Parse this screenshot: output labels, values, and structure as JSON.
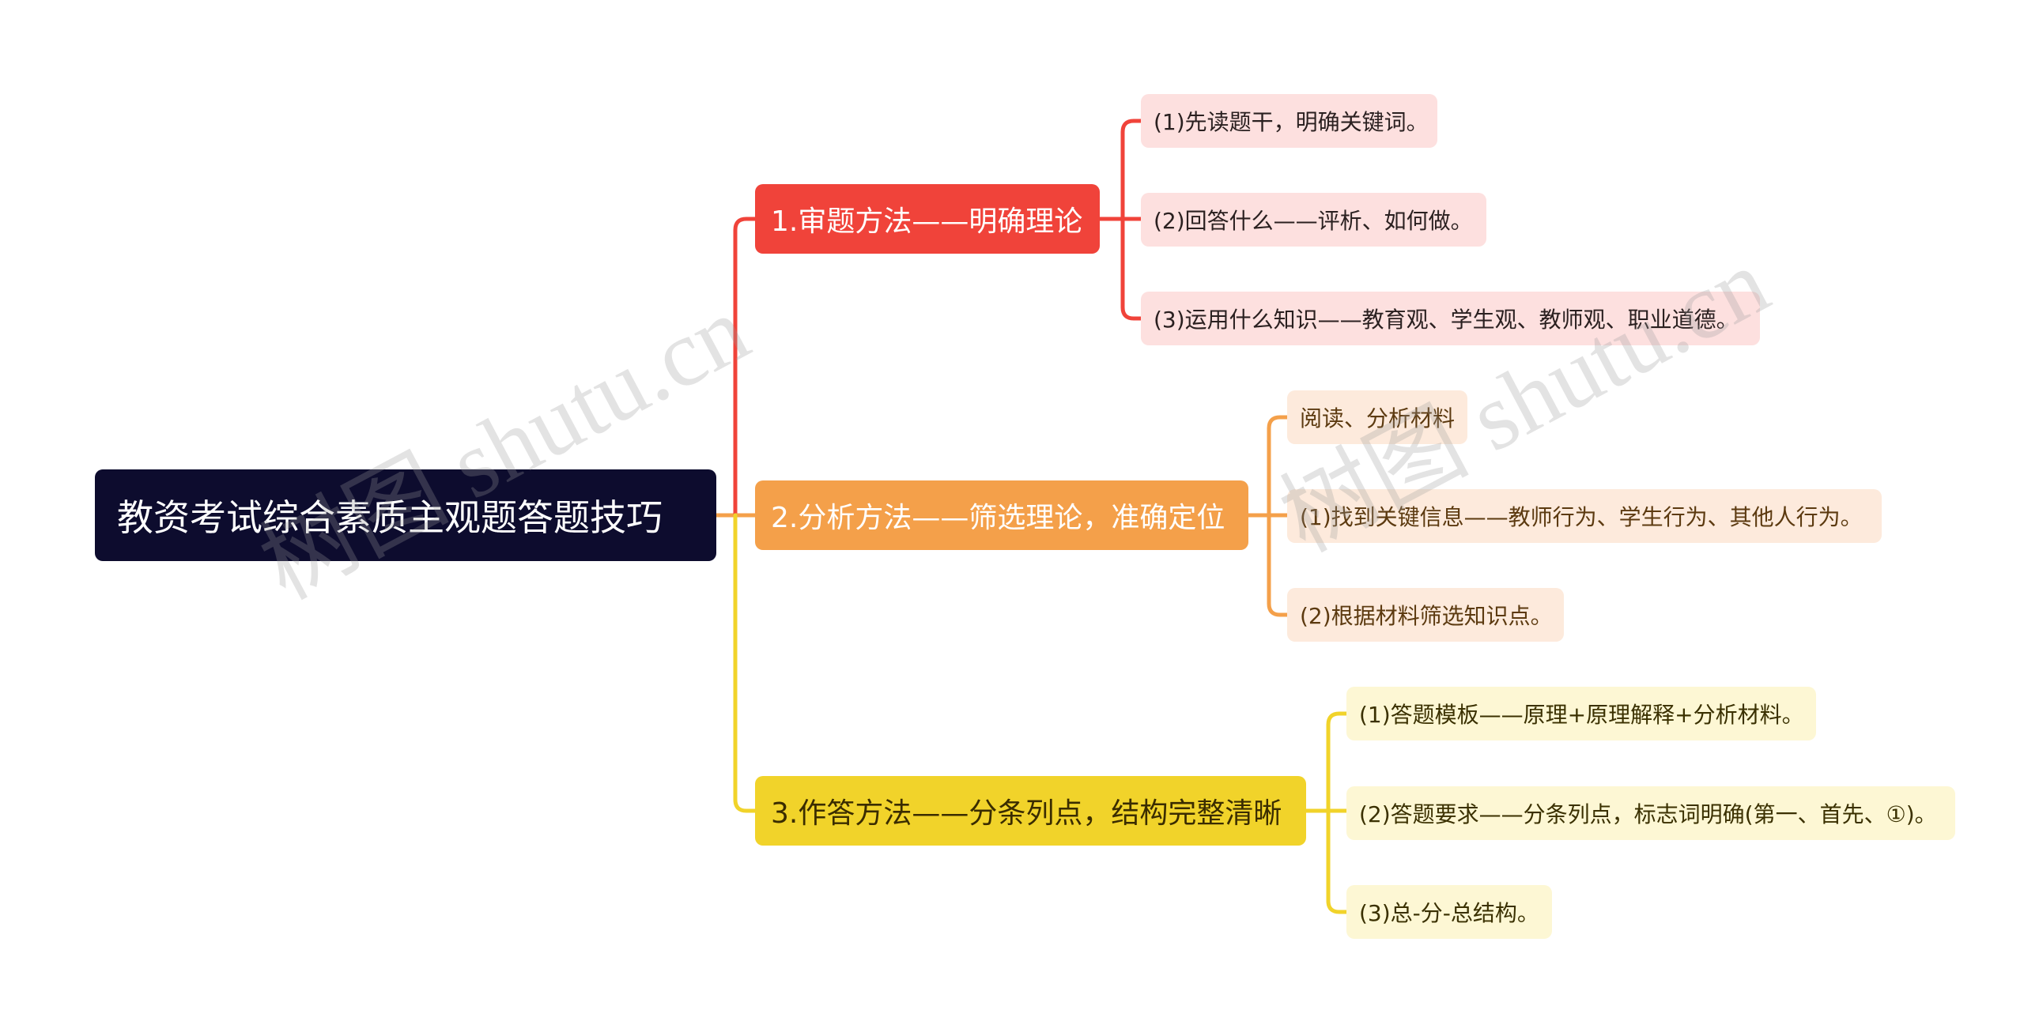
{
  "root": {
    "label": "教资考试综合素质主观题答题技巧"
  },
  "branches": [
    {
      "label": "1.审题方法——明确理论",
      "color": "#f0433a",
      "children": [
        "(1)先读题干，明确关键词。",
        "(2)回答什么——评析、如何做。",
        "(3)运用什么知识——教育观、学生观、教师观、职业道德。"
      ]
    },
    {
      "label": "2.分析方法——筛选理论，准确定位",
      "color": "#f4a04a",
      "children": [
        "阅读、分析材料",
        "(1)找到关键信息——教师行为、学生行为、其他人行为。",
        "(2)根据材料筛选知识点。"
      ]
    },
    {
      "label": "3.作答方法——分条列点，结构完整清晰",
      "color": "#f1d32a",
      "children": [
        "(1)答题模板——原理+原理解释+分析材料。",
        "(2)答题要求——分条列点，标志词明确(第一、首先、①)。",
        "(3)总-分-总结构。"
      ]
    }
  ],
  "watermark": "树图 shutu.cn"
}
